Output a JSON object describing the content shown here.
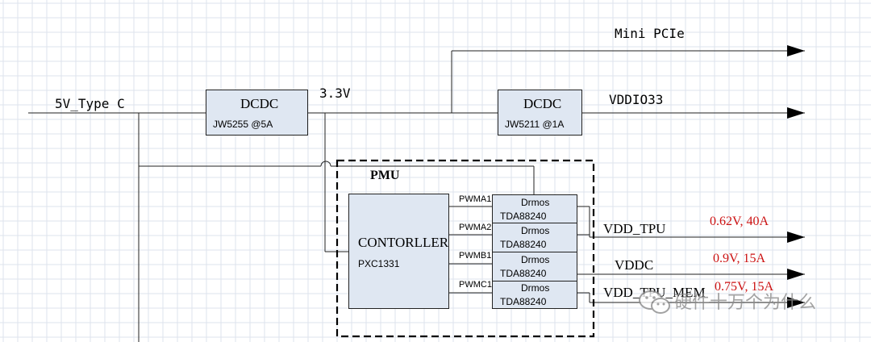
{
  "input_label": "5V_Type C",
  "rail_3v3_label": "3.3V",
  "mini_pcie_label": "Mini PCIe",
  "vddio33_label": "VDDIO33",
  "dcdc1": {
    "title": "DCDC",
    "part": "JW5255 @5A"
  },
  "dcdc2": {
    "title": "DCDC",
    "part": "JW5211 @1A"
  },
  "pmu_label": "PMU",
  "controller": {
    "title": "CONTORLLER",
    "part": "PXC1331"
  },
  "pwm_labels": [
    "PWMA1",
    "PWMA2",
    "PWMB1",
    "PWMC1"
  ],
  "drmos": [
    {
      "title": "Drmos",
      "part": "TDA88240"
    },
    {
      "title": "Drmos",
      "part": "TDA88240"
    },
    {
      "title": "Drmos",
      "part": "TDA88240"
    },
    {
      "title": "Drmos",
      "part": "TDA88240"
    }
  ],
  "outputs": [
    {
      "name": "VDD_TPU",
      "spec": "0.62V, 40A"
    },
    {
      "name": "VDDC",
      "spec": "0.9V, 15A"
    },
    {
      "name": "VDD_TPU_MEM",
      "spec": "0.75V, 15A"
    }
  ],
  "watermark": "硬件十万个为什么",
  "colors": {
    "block_fill": "#dfe7f2",
    "spec_text": "#cc1111",
    "grid": "#dde3ec"
  }
}
